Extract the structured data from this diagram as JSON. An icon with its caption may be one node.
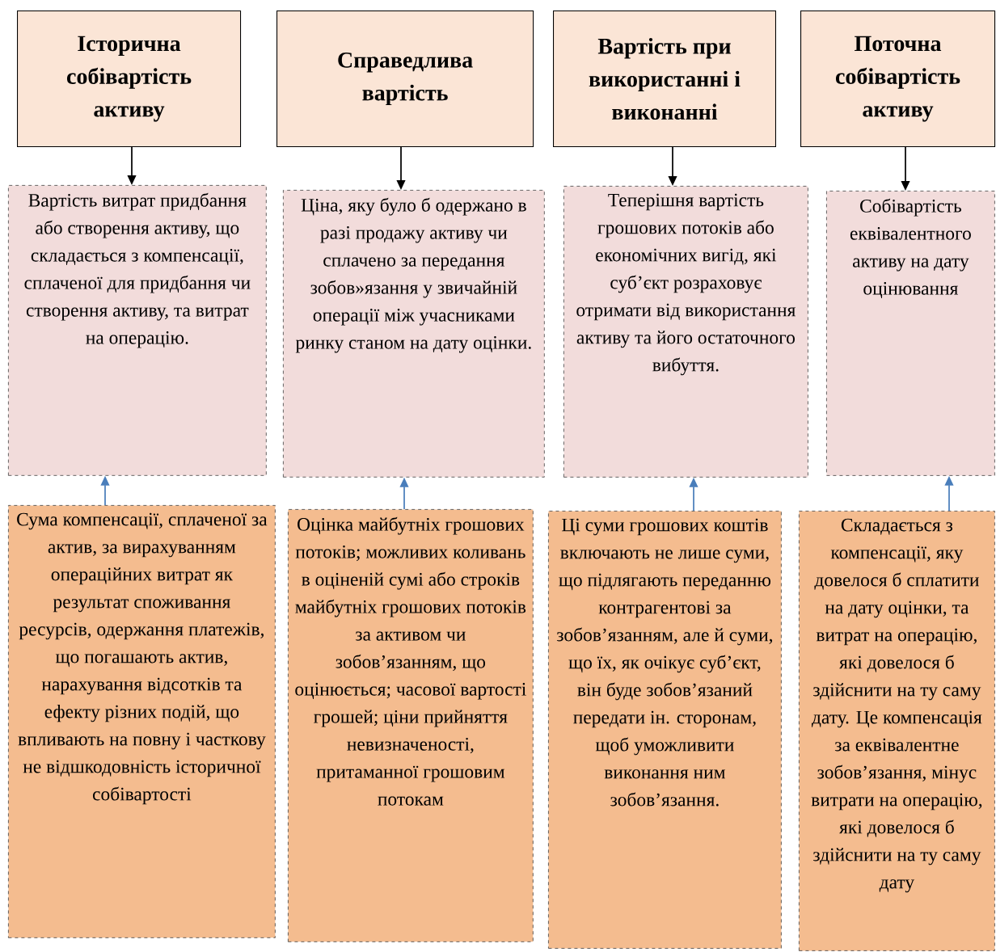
{
  "diagram": {
    "nodes": [
      {
        "text": [
          "Історична собівартість активу"
        ]
      },
      {
        "text": [
          "Справедлива вартість"
        ]
      },
      {
        "text": [
          "Вартість при використанні і виконанні"
        ]
      },
      {
        "text": [
          "Поточна собівартість активу"
        ]
      },
      {
        "text": [
          "Вартість витрат придбання або створення активу, що складається з компенсації, сплаченої для придбання чи створення активу, та витрат на операцію."
        ]
      },
      {
        "text": [
          "Ціна, яку було б одержано в разі продажу активу чи сплачено за передання зобов»язання у звичайній операції між учасниками ринку станом на дату оцінки."
        ]
      },
      {
        "text": [
          "Теперішня вартість грошових потоків або економічних вигід, які суб’єкт розраховує отримати від використання активу та його остаточного вибуття."
        ]
      },
      {
        "text": [
          "Собівартість еквівалентного активу на дату оцінювання"
        ]
      },
      {
        "text": [
          "Сума компенсації, сплаченої за актив, за вирахуванням операційних витрат як результат споживання ресурсів, одержання платежів, що погашають актив, нарахування відсотків та ефекту різних подій, що впливають на повну і часткову не відшкодовність історичної собівартості"
        ]
      },
      {
        "text": [
          "Оцінка майбутніх грошових потоків; можливих коливань в оціненій сумі або строків майбутніх грошових потоків за активом чи зобов’язанням, що оцінюється; часової вартості грошей; ціни прийняття невизначеності, притаманної грошовим потокам"
        ]
      },
      {
        "text": [
          "Ці суми грошових коштів включають не лише суми, що підлягають переданню контрагентові за зобов’язанням, але й суми, що їх, як очікує суб’єкт, він буде зобов’язаний передати ін. сторонам, щоб уможливити виконання ним зобов’язання."
        ]
      },
      {
        "text": [
          "Складається з компенсації, яку довелося б сплатити на дату оцінки, та витрат на операцію, які довелося б здійснити на ту саму дату. Це компенсація за еквівалентне зобов’язання, мінус витрати на операцію, які довелося б здійснити на ту саму дату"
        ]
      }
    ],
    "edges": [
      {
        "from": 0,
        "to": 4,
        "arrow": "to"
      },
      {
        "from": 1,
        "to": 5,
        "arrow": "to"
      },
      {
        "from": 2,
        "to": 6,
        "arrow": "to"
      },
      {
        "from": 3,
        "to": 7,
        "arrow": "to"
      },
      {
        "from": 8,
        "to": 4,
        "arrow": "to",
        "color": "#4a7ebb"
      },
      {
        "from": 9,
        "to": 5,
        "arrow": "to",
        "color": "#4a7ebb"
      },
      {
        "from": 10,
        "to": 6,
        "arrow": "to",
        "color": "#4a7ebb"
      },
      {
        "from": 11,
        "to": 7,
        "arrow": "to",
        "color": "#4a7ebb"
      }
    ]
  }
}
